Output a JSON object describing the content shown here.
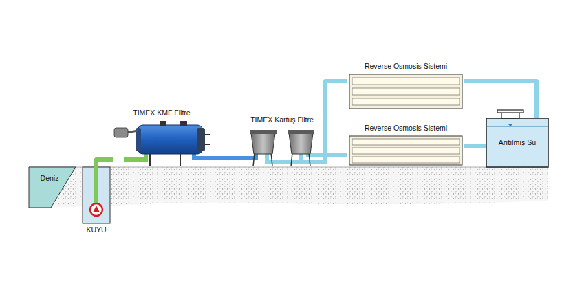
{
  "diagram": {
    "nodes": [
      {
        "text": [
          "Deniz"
        ]
      },
      {
        "text": [
          "KUYU"
        ]
      },
      {
        "text": [
          "TIMEX KMF Filtre"
        ]
      },
      {
        "text": [
          "TIMEX Kartuş Filtre"
        ]
      },
      {
        "text": [
          "Reverse Osmosis Sistemi"
        ]
      },
      {
        "text": [
          "Reverse Osmosis Sistemi"
        ]
      },
      {
        "text": [
          "Arıtılmış Su"
        ]
      }
    ],
    "edges": [
      {
        "from": 1,
        "to": 2,
        "arrow": "none"
      },
      {
        "from": 2,
        "to": 3,
        "arrow": "none"
      },
      {
        "from": 3,
        "to": 4,
        "arrow": "none"
      },
      {
        "from": 3,
        "to": 5,
        "arrow": "none"
      },
      {
        "from": 4,
        "to": 6,
        "arrow": "none"
      },
      {
        "from": 5,
        "to": 6,
        "arrow": "none"
      }
    ]
  }
}
